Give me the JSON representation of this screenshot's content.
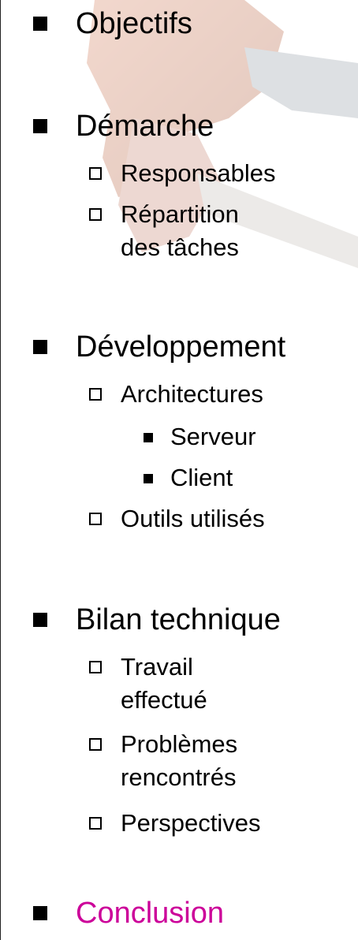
{
  "colors": {
    "text": "#000000",
    "active": "#cc0099",
    "bullet": "#000000"
  },
  "outline": {
    "objectifs": "Objectifs",
    "demarche": "Démarche",
    "responsables": "Responsables",
    "repartition_line1": "Répartition",
    "repartition_line2": "des tâches",
    "developpement": "Développement",
    "architectures": "Architectures",
    "serveur": "Serveur",
    "client": "Client",
    "outils": "Outils utilisés",
    "bilan": "Bilan technique",
    "travail_line1": "Travail",
    "travail_line2": "effectué",
    "problemes_line1": "Problèmes",
    "problemes_line2": "rencontrés",
    "perspectives": "Perspectives",
    "conclusion": "Conclusion"
  }
}
